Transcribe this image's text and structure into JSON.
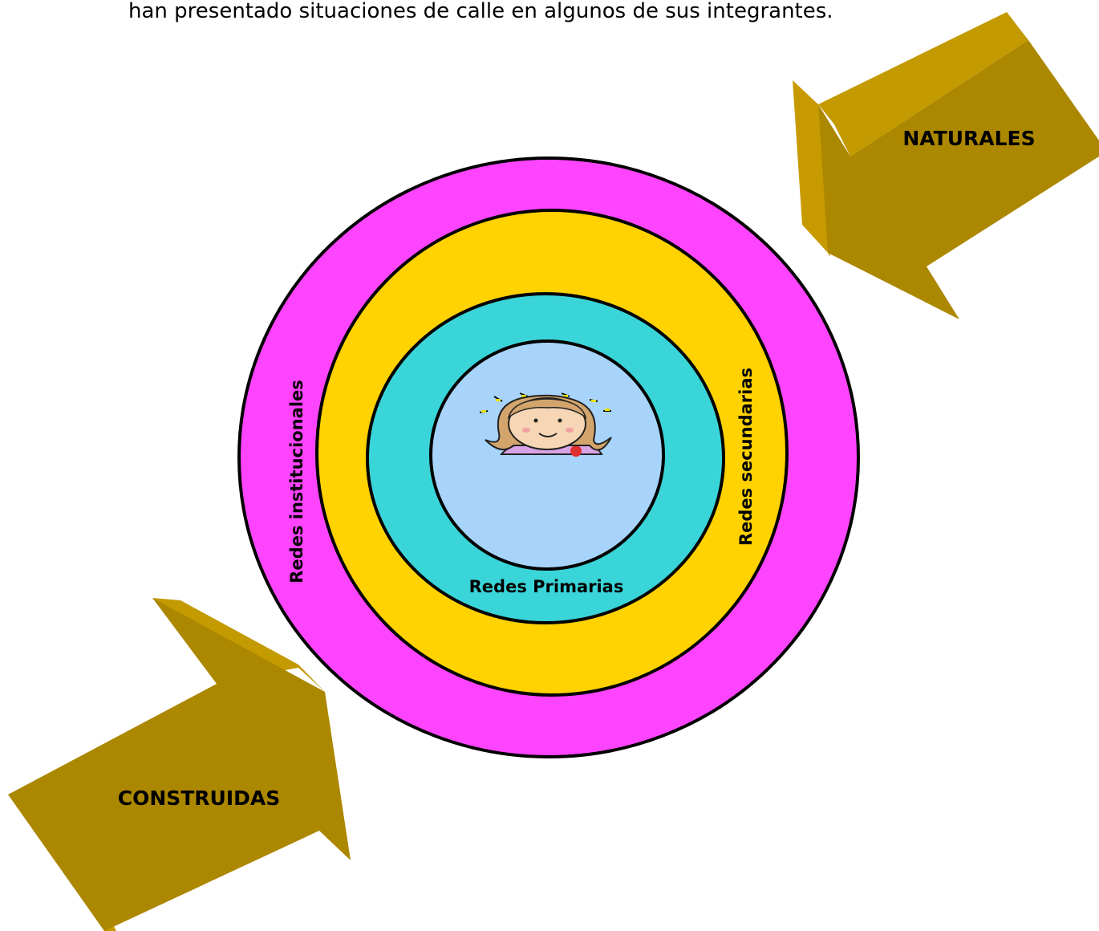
{
  "intro_text": "han presentado situaciones de calle en algunos de sus integrantes.",
  "diagram": {
    "rings": [
      {
        "label": "Redes institucionales",
        "color": "#ff44ff"
      },
      {
        "label": "Redes secundarias",
        "color": "#ffd200"
      },
      {
        "label": "Redes Primarias",
        "color": "#3ad5d8"
      },
      {
        "label": "",
        "color": "#a8d4fb"
      }
    ],
    "center_figure": "child-face-clipart",
    "arrows": [
      {
        "label": "NATURALES",
        "direction": "pointing-down-left",
        "color": "#ac8700"
      },
      {
        "label": "CONSTRUIDAS",
        "direction": "pointing-up-right",
        "color": "#ac8700"
      }
    ]
  }
}
